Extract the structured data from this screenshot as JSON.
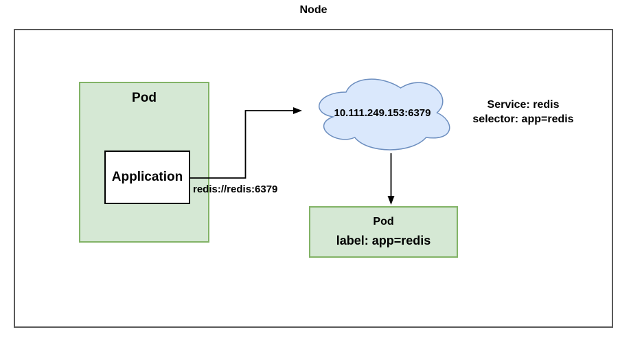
{
  "diagram": {
    "title": "Node",
    "left_pod": {
      "label": "Pod",
      "application_label": "Application"
    },
    "connection_label": "redis://redis:6379",
    "service_cloud": {
      "address": "10.111.249.153:6379"
    },
    "service_annotation": {
      "line1": "Service: redis",
      "line2": "selector: app=redis"
    },
    "redis_pod": {
      "label": "Pod",
      "sub_label": "label: app=redis"
    },
    "colors": {
      "pod_fill": "#d5e8d4",
      "pod_border": "#82b366",
      "cloud_fill": "#dae8fc",
      "cloud_border": "#6c8ebf",
      "node_boundary_border": "#595959",
      "application_border": "#000000",
      "connector": "#000000",
      "text": "#000000"
    }
  }
}
